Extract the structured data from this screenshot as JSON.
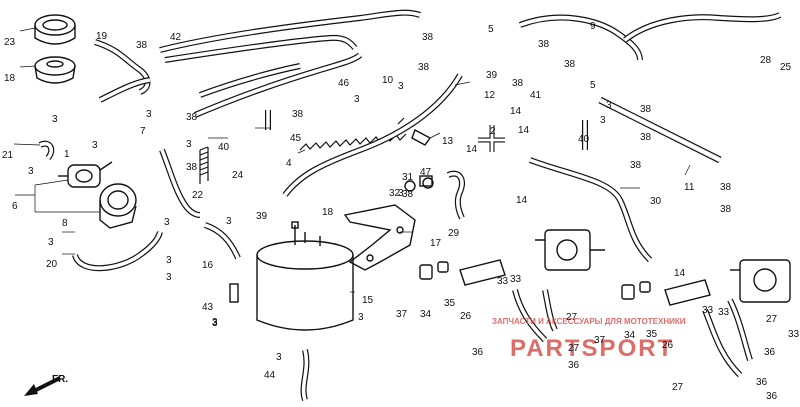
{
  "diagram": {
    "labels": [
      {
        "text": "23"
      },
      {
        "text": "18"
      },
      {
        "text": "19"
      },
      {
        "text": "38"
      },
      {
        "text": "42"
      },
      {
        "text": "3"
      },
      {
        "text": "3"
      },
      {
        "text": "3"
      },
      {
        "text": "21"
      },
      {
        "text": "3"
      },
      {
        "text": "1"
      },
      {
        "text": "6"
      },
      {
        "text": "8"
      },
      {
        "text": "3"
      },
      {
        "text": "20"
      },
      {
        "text": "3"
      },
      {
        "text": "3"
      },
      {
        "text": "3"
      },
      {
        "text": "7"
      },
      {
        "text": "3"
      },
      {
        "text": "38"
      },
      {
        "text": "40"
      },
      {
        "text": "45"
      },
      {
        "text": "24"
      },
      {
        "text": "22"
      },
      {
        "text": "38"
      },
      {
        "text": "3"
      },
      {
        "text": "3"
      },
      {
        "text": "16"
      },
      {
        "text": "43"
      },
      {
        "text": "3"
      },
      {
        "text": "4"
      },
      {
        "text": "46"
      },
      {
        "text": "3"
      },
      {
        "text": "38"
      },
      {
        "text": "10"
      },
      {
        "text": "3"
      },
      {
        "text": "38"
      },
      {
        "text": "39"
      },
      {
        "text": "12"
      },
      {
        "text": "13"
      },
      {
        "text": "39"
      },
      {
        "text": "47"
      },
      {
        "text": "31"
      },
      {
        "text": "32"
      },
      {
        "text": "38"
      },
      {
        "text": "18"
      },
      {
        "text": "17"
      },
      {
        "text": "15"
      },
      {
        "text": "3"
      },
      {
        "text": "44"
      },
      {
        "text": "37"
      },
      {
        "text": "34"
      },
      {
        "text": "35"
      },
      {
        "text": "26"
      },
      {
        "text": "33"
      },
      {
        "text": "5"
      },
      {
        "text": "38"
      },
      {
        "text": "38"
      },
      {
        "text": "38"
      },
      {
        "text": "41"
      },
      {
        "text": "9"
      },
      {
        "text": "5"
      },
      {
        "text": "3"
      },
      {
        "text": "38"
      },
      {
        "text": "14"
      },
      {
        "text": "2"
      },
      {
        "text": "14"
      },
      {
        "text": "14"
      },
      {
        "text": "14"
      },
      {
        "text": "29"
      },
      {
        "text": "38"
      },
      {
        "text": "3"
      },
      {
        "text": "40"
      },
      {
        "text": "38"
      },
      {
        "text": "30"
      },
      {
        "text": "11"
      },
      {
        "text": "38"
      },
      {
        "text": "28"
      },
      {
        "text": "25"
      },
      {
        "text": "14"
      },
      {
        "text": "33"
      },
      {
        "text": "27"
      },
      {
        "text": "36"
      },
      {
        "text": "27"
      },
      {
        "text": "36"
      },
      {
        "text": "37"
      },
      {
        "text": "34"
      },
      {
        "text": "35"
      },
      {
        "text": "26"
      },
      {
        "text": "33"
      },
      {
        "text": "27"
      },
      {
        "text": "36"
      },
      {
        "text": "27"
      },
      {
        "text": "36"
      },
      {
        "text": "33"
      },
      {
        "text": "33"
      },
      {
        "text": "36"
      },
      {
        "text": "38"
      },
      {
        "text": "38"
      },
      {
        "text": "3"
      },
      {
        "text": "3"
      }
    ],
    "front_label": "FR.",
    "watermark": {
      "brand": "PARTSPORT",
      "caption": "ЗАПЧАСТИ И АКСЕССУАРЫ ДЛЯ МОТОТЕХНИКИ"
    }
  },
  "colors": {
    "line": "#111111",
    "watermark": "#d9534f"
  }
}
